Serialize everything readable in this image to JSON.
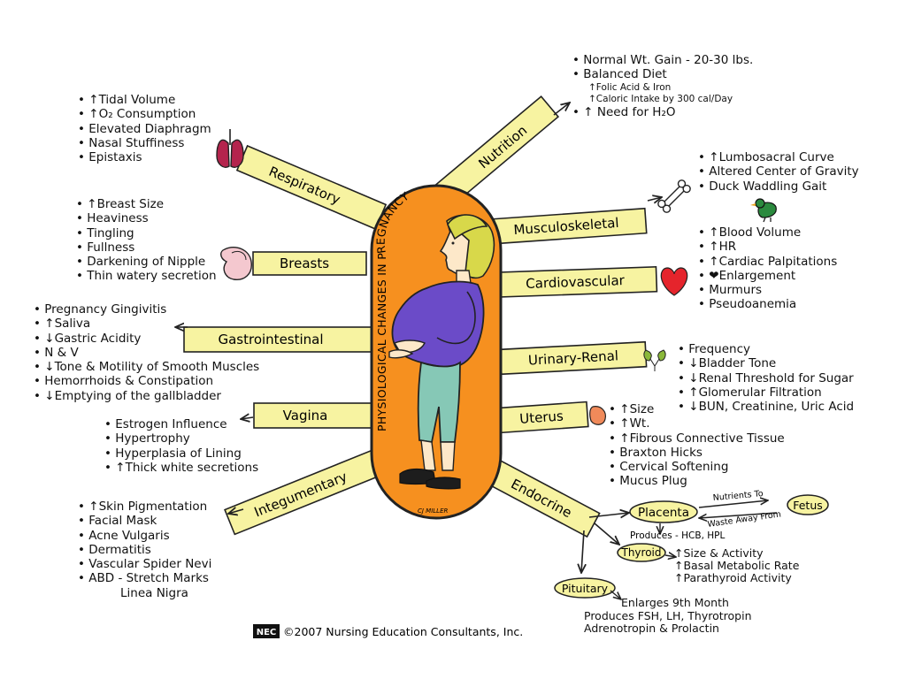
{
  "title": "PHYSIOLOGICAL CHANGES IN PREGNANCY",
  "artist": "CJ MILLER",
  "colors": {
    "label_fill": "#f7f3a1",
    "pill_fill": "#f6901f",
    "stroke": "#222222",
    "shirt": "#6b4bc8",
    "hair": "#d8d84a",
    "skin": "#fde8c9",
    "pants": "#86c8b6",
    "heart": "#e5242c",
    "lungs": "#b4244d",
    "breast": "#f4c8cf",
    "bird": "#2b8a3e",
    "kidney": "#8ab83a",
    "uterus": "#f08a5a"
  },
  "icons": {
    "logo": "nec-logo-icon",
    "lungs": "lungs-icon",
    "breast": "breast-icon",
    "bone": "bone-icon",
    "bird": "duck-icon",
    "heart": "heart-icon",
    "kidney": "kidney-icon",
    "uterus": "uterus-icon"
  },
  "branches": {
    "respiratory": {
      "label": "Respiratory",
      "items": [
        "↑Tidal Volume",
        "↑O₂ Consumption",
        "Elevated Diaphragm",
        "Nasal Stuffiness",
        "Epistaxis"
      ]
    },
    "nutrition": {
      "label": "Nutrition",
      "items": [
        "Normal Wt. Gain - 20-30 lbs.",
        "Balanced Diet"
      ],
      "sub_items": [
        "↑Folic Acid & Iron",
        "↑Caloric Intake by 300 cal/Day"
      ],
      "last_item": "↑ Need for H₂O"
    },
    "breasts": {
      "label": "Breasts",
      "items": [
        "↑Breast Size",
        "Heaviness",
        "Tingling",
        "Fullness",
        "Darkening of Nipple",
        "Thin watery secretion"
      ]
    },
    "musculoskeletal": {
      "label": "Musculoskeletal",
      "items": [
        "↑Lumbosacral Curve",
        "Altered Center of Gravity",
        "Duck Waddling Gait"
      ]
    },
    "cardiovascular": {
      "label": "Cardiovascular",
      "items": [
        "↑Blood Volume",
        "↑HR",
        "↑Cardiac Palpitations",
        "❤Enlargement",
        "Murmurs",
        "Pseudoanemia"
      ]
    },
    "gastrointestinal": {
      "label": "Gastrointestinal",
      "items": [
        "Pregnancy Gingivitis",
        "↑Saliva",
        "↓Gastric Acidity",
        "N & V",
        "↓Tone & Motility of Smooth Muscles",
        "Hemorrhoids & Constipation",
        "↓Emptying of the gallbladder"
      ]
    },
    "urinary": {
      "label": "Urinary-Renal",
      "items": [
        "Frequency",
        "↓Bladder Tone",
        "↓Renal Threshold for Sugar",
        "↑Glomerular Filtration",
        "↓BUN, Creatinine, Uric Acid"
      ]
    },
    "vagina": {
      "label": "Vagina",
      "items": [
        "Estrogen Influence",
        "Hypertrophy",
        "Hyperplasia of Lining",
        "↑Thick white secretions"
      ]
    },
    "uterus": {
      "label": "Uterus",
      "items": [
        "↑Size",
        "↑Wt.",
        "↑Fibrous Connective Tissue",
        "Braxton Hicks",
        "Cervical Softening",
        "Mucus Plug"
      ]
    },
    "integumentary": {
      "label": "Integumentary",
      "items": [
        "↑Skin Pigmentation",
        "Facial Mask",
        "Acne Vulgaris",
        "Dermatitis",
        "Vascular Spider Nevi",
        "ABD - Stretch Marks"
      ],
      "extra": "Linea Nigra"
    },
    "endocrine": {
      "label": "Endocrine",
      "placenta": "Placenta",
      "fetus": "Fetus",
      "nutrients_to": "Nutrients To",
      "waste_away": "Waste Away From",
      "produces": "Produces - HCB, HPL",
      "thyroid": "Thyroid",
      "thyroid_items": [
        "↑Size & Activity",
        "↑Basal Metabolic Rate",
        "↑Parathyroid Activity"
      ],
      "pituitary": "Pituitary",
      "pituitary_items": [
        "Enlarges 9th Month",
        "Produces FSH, LH, Thyrotropin",
        "Adrenotropin & Prolactin"
      ]
    }
  },
  "copyright": "©2007 Nursing Education Consultants, Inc.",
  "logo_text": "NEC"
}
